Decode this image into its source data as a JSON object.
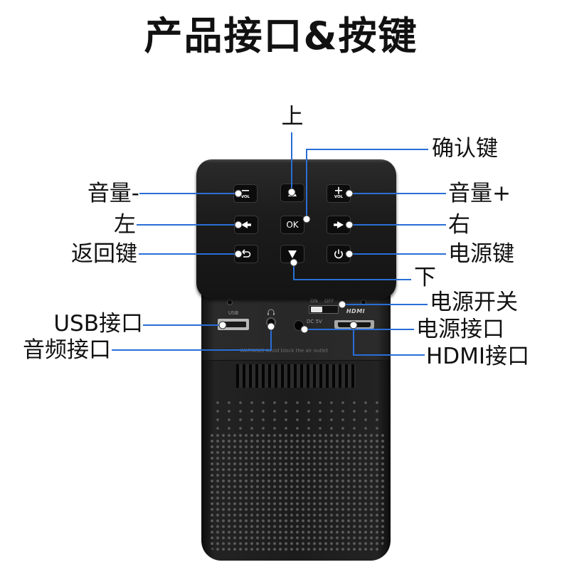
{
  "title": "产品接口&按键",
  "callouts": {
    "up": "上",
    "ok": "确认键",
    "vol_down": "音量-",
    "vol_up": "音量+",
    "left": "左",
    "right": "右",
    "back": "返回键",
    "power": "电源键",
    "down": "下",
    "power_switch": "电源开关",
    "usb": "USB接口",
    "dc": "电源接口",
    "audio": "音频接口",
    "hdmi": "HDMI接口"
  },
  "device": {
    "buttons": {
      "vol_label": "VOL",
      "ok_label": "OK"
    },
    "ports": {
      "usb_label": "USB",
      "switch_on": "ON",
      "switch_off": "OFF",
      "dc_label": "DC 5V",
      "hdmi_label": "HDMI",
      "warning": "WARNING  Avoid block the air outlet"
    }
  },
  "icons": {
    "vol_down": "minus-icon",
    "vol_up": "plus-icon",
    "up": "arrow-up-icon",
    "down": "arrow-down-icon",
    "left": "arrow-left-icon",
    "right": "arrow-right-icon",
    "back": "return-icon",
    "power": "power-icon",
    "audio": "headphone-icon"
  },
  "colors": {
    "callout_line": "#2a6ed6",
    "label_text": "#111111",
    "callout_dot": "#ffffff",
    "device": "#1c1c1c"
  }
}
